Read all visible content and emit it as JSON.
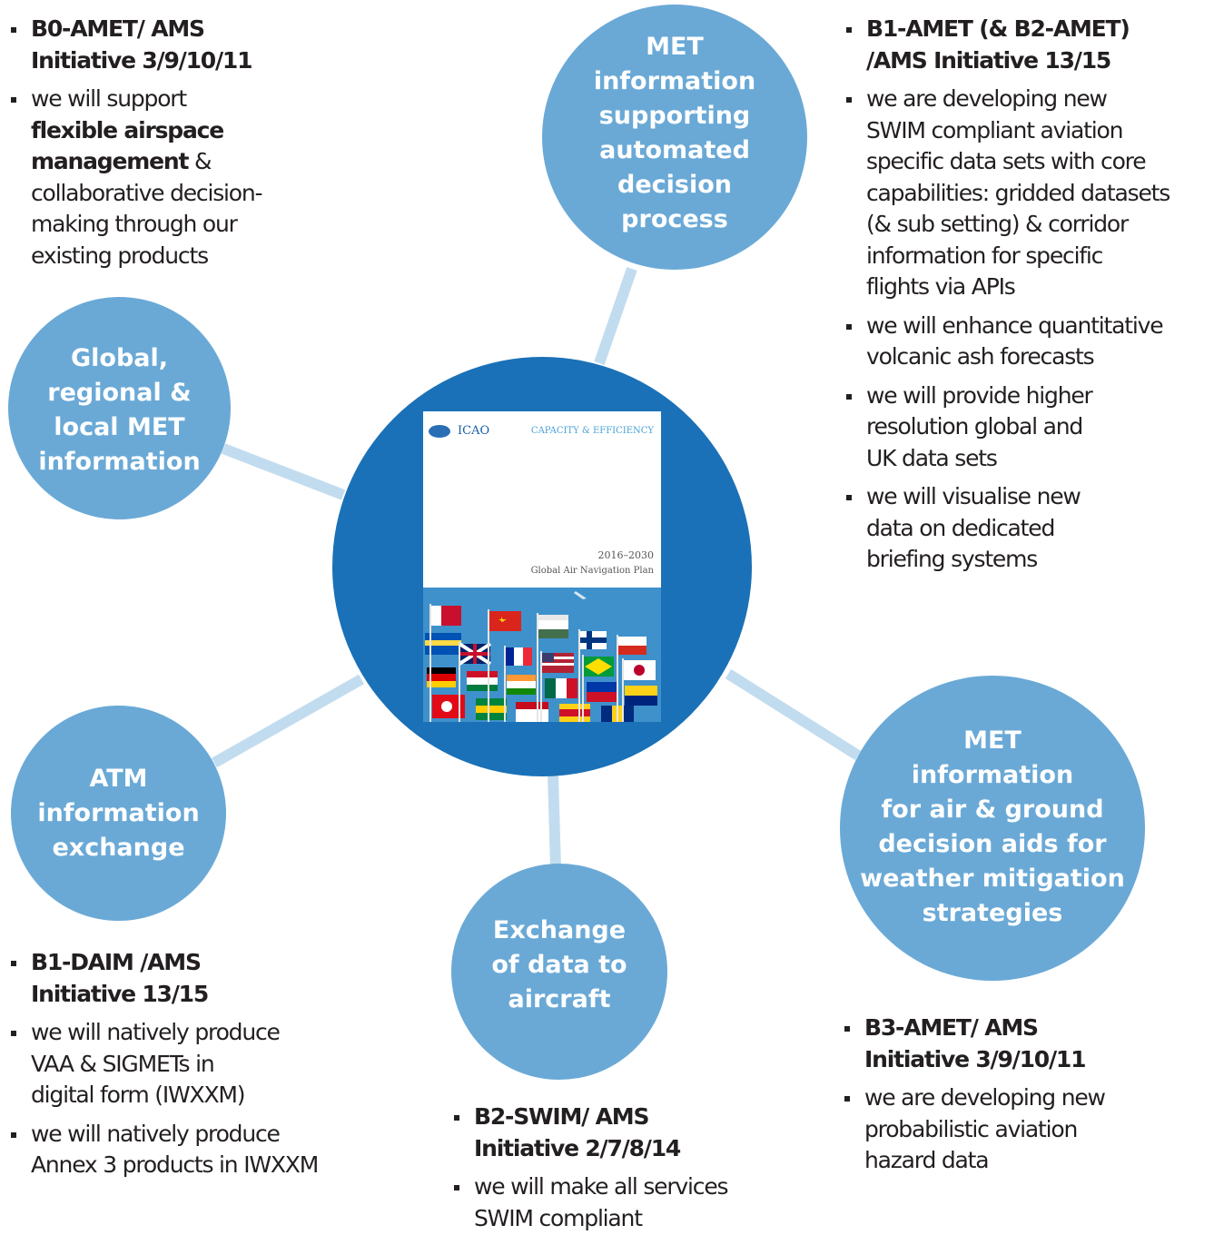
{
  "colors": {
    "hub": "#1a71b7",
    "satellite": "#6aa9d6",
    "connector": "#c2dcef",
    "text": "#231f20",
    "satellite_text": "#ffffff"
  },
  "hub_cover": {
    "logo": "ICAO",
    "category": "CAPACITY & EFFICIENCY",
    "years": "2016–2030",
    "plan_title": "Global Air Navigation Plan"
  },
  "circles": {
    "met_automated": [
      "MET",
      "information",
      "supporting",
      "automated",
      "decision",
      "process"
    ],
    "global_regional": [
      "Global,",
      "regional &",
      "local MET",
      "information"
    ],
    "atm_exchange": [
      "ATM",
      "information",
      "exchange"
    ],
    "exchange_aircraft": [
      "Exchange",
      "of data to",
      "aircraft"
    ],
    "met_air_ground": [
      "MET",
      "information",
      "for air & ground",
      "decision aids for",
      "weather mitigation",
      "strategies"
    ]
  },
  "blocks": {
    "b0": {
      "heading": [
        "B0-AMET/ AMS",
        "Initiative 3/9/10/11"
      ],
      "item1_pre": "we will support",
      "item1_bold": [
        "flexible airspace",
        "management"
      ],
      "item1_post_inline": " &",
      "item1_post": [
        "collaborative decision-",
        "making through our",
        "existing products"
      ]
    },
    "b1amet": {
      "heading": [
        "B1-AMET (& B2-AMET)",
        "/AMS Initiative 13/15"
      ],
      "items": [
        [
          "we are developing new",
          "SWIM compliant aviation",
          "specific data sets with core",
          "capabilities: gridded datasets",
          "(& sub setting) & corridor",
          "information for specific",
          "flights via APIs"
        ],
        [
          "we will enhance quantitative",
          "volcanic ash forecasts"
        ],
        [
          "we will provide higher",
          "resolution global and",
          "UK data sets"
        ],
        [
          "we will visualise new",
          "data on dedicated",
          "briefing systems"
        ]
      ]
    },
    "b1daim": {
      "heading": [
        "B1-DAIM /AMS",
        "Initiative 13/15"
      ],
      "items": [
        [
          "we will natively produce",
          "VAA & SIGMETs in",
          "digital form (IWXXM)"
        ],
        [
          "we will natively produce",
          "Annex 3 products in IWXXM"
        ]
      ]
    },
    "b2swim": {
      "heading": [
        "B2-SWIM/ AMS",
        "Initiative 2/7/8/14"
      ],
      "items": [
        [
          "we will make all services",
          "SWIM compliant"
        ]
      ]
    },
    "b3amet": {
      "heading": [
        "B3-AMET/ AMS",
        "Initiative 3/9/10/11"
      ],
      "items": [
        [
          "we are developing new",
          "probabilistic aviation",
          "hazard data"
        ]
      ]
    }
  }
}
